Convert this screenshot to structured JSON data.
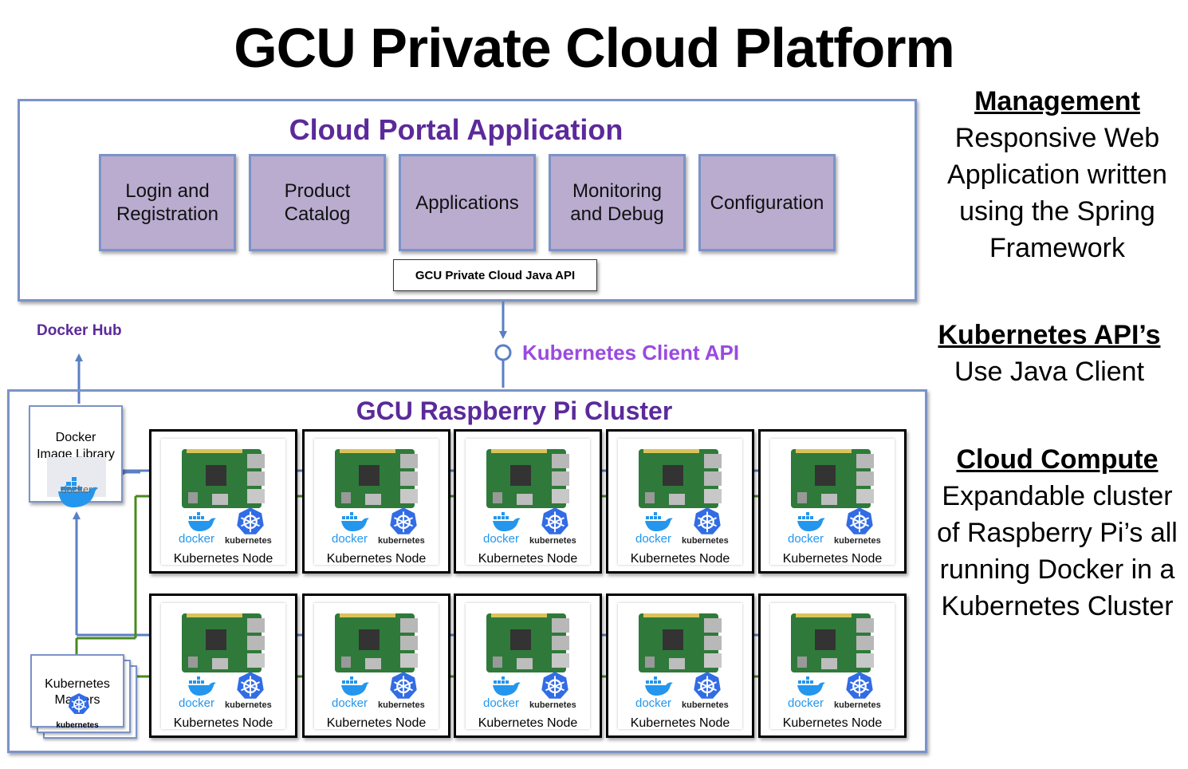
{
  "title": "GCU Private Cloud Platform",
  "portal": {
    "heading": "Cloud Portal Application",
    "modules": [
      "Login and\nRegistration",
      "Product\nCatalog",
      "Applications",
      "Monitoring\nand Debug",
      "Configuration"
    ],
    "java_api": "GCU Private Cloud Java API"
  },
  "kubernetes_client_api": "Kubernetes Client API",
  "docker_hub": "Docker Hub",
  "cluster": {
    "heading": "GCU Raspberry Pi Cluster",
    "image_library": "Docker\nImage Library",
    "image_library_logo": "docker",
    "masters": "Kubernetes\nMasters",
    "masters_logo": "kubernetes",
    "node_label": "Kubernetes Node",
    "docker_text": "docker",
    "kubernetes_text": "kubernetes"
  },
  "side": {
    "management_heading": "Management",
    "management_text": "Responsive Web Application written using the Spring Framework",
    "k8s_heading": "Kubernetes API’s",
    "k8s_text": "Use Java Client",
    "compute_heading": "Cloud Compute",
    "compute_text": "Expandable cluster of Raspberry Pi’s all running Docker in a Kubernetes Cluster"
  },
  "colors": {
    "box_border": "#7b93c8",
    "module_fill": "#b9accf",
    "heading": "#5b2a9a",
    "client_api": "#9a4ae0",
    "arrow": "#5b7fc4",
    "network_line": "#4a8a1e",
    "docker_blue": "#2496ed",
    "kubernetes_blue": "#326ce5"
  }
}
